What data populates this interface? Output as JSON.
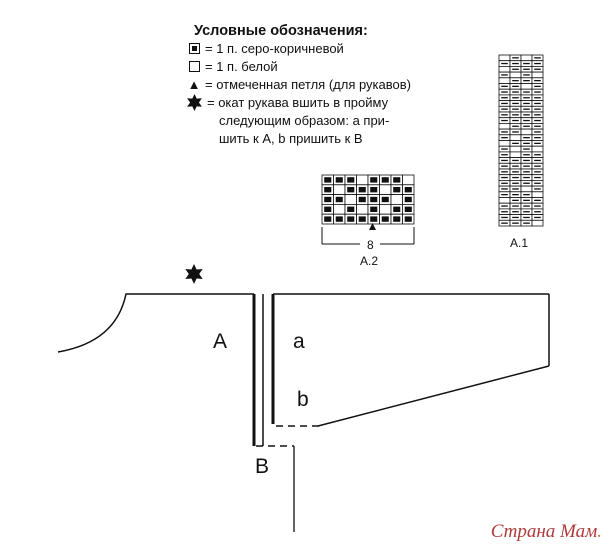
{
  "legend": {
    "title": "Условные обозначения:",
    "filled_stitch": "= 1 п. серо-коричневой",
    "white_stitch": "= 1 п. белой",
    "marked_stitch": "= отмеченная петля (для рукавов)",
    "star_line1": "= окат рукава вшить в пройму",
    "star_line2": "следующим образом: а при-",
    "star_line3": "шить к А, b пришить к В"
  },
  "charts": {
    "a2_width": "8",
    "a2_caption": "A.2",
    "a1_caption": "A.1",
    "a2_grid": [
      "11101110",
      "10111011",
      "11011101",
      "10101011",
      "11111111"
    ],
    "a1_grid": [
      "0101",
      "1111",
      "0111",
      "1010",
      "0111",
      "1101",
      "1111",
      "1111",
      "1111",
      "1111",
      "1111",
      "1111",
      "0111",
      "1101",
      "1011",
      "0111",
      "1010",
      "1011",
      "1111",
      "1111",
      "1111",
      "1111",
      "1111",
      "1101",
      "1110",
      "0111",
      "1111",
      "1111",
      "1111",
      "1110"
    ]
  },
  "labels": {
    "A": "A",
    "a": "a",
    "b": "b",
    "B": "B"
  },
  "watermark": {
    "text": "Страна Мам"
  }
}
